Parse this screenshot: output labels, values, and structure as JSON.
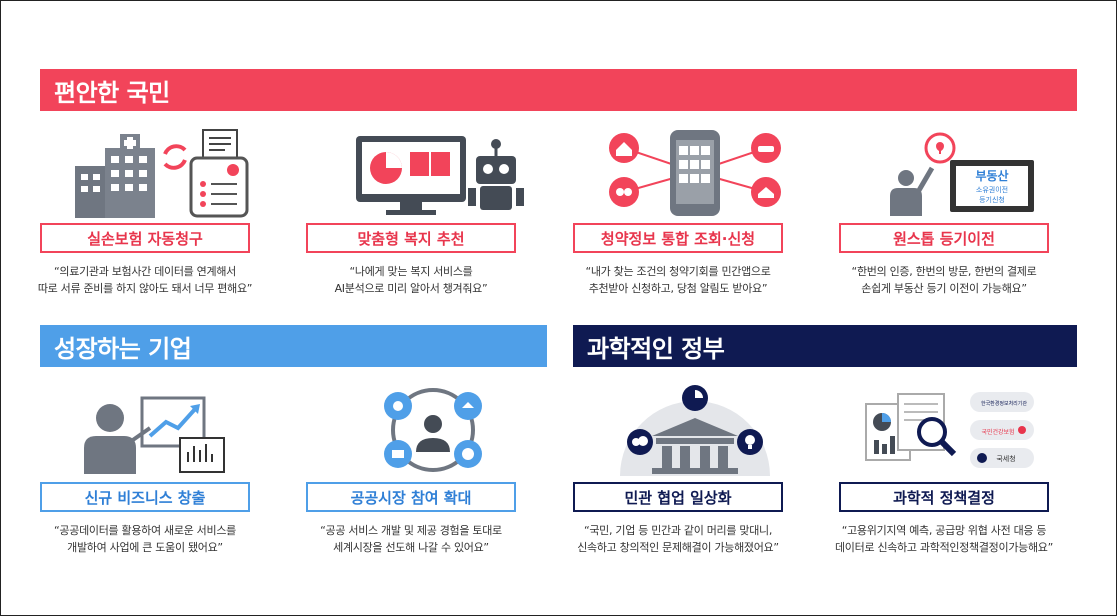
{
  "sections": {
    "comfortable_citizens": "편안한 국민",
    "growing_companies": "성장하는 기업",
    "scientific_government": "과학적인 정부"
  },
  "cards": [
    {
      "title": "실손보험 자동청구",
      "desc1": "“의료기관과 보험사간 데이터를 연계해서",
      "desc2": "따로 서류 준비를 하지 않아도 돼서 너무 편해요”",
      "icon": "hospital-insurance-icon"
    },
    {
      "title": "맞춤형 복지 추천",
      "desc1": "“나에게 맞는 복지 서비스를",
      "desc2": "AI분석으로 미리 알아서 챙겨줘요”",
      "icon": "monitor-robot-icon"
    },
    {
      "title": "청약정보 통합 조회·신청",
      "desc1": "“내가 찾는 조건의 청약기회를 민간앱으로",
      "desc2": "추천받아 신청하고, 당첨 알림도 받아요”",
      "icon": "smartphone-apps-icon"
    },
    {
      "title": "원스톱 등기이전",
      "desc1": "“한번의 인증, 한번의 방문, 한번의 결제로",
      "desc2": "손쉽게 부동산 등기 이전이 가능해요”",
      "icon": "presenter-screen-icon"
    },
    {
      "title": "신규 비즈니스 창출",
      "desc1": "“공공데이터를 활용하여 새로운 서비스를",
      "desc2": "개발하여 사업에 큰 도움이 됐어요”",
      "icon": "business-growth-icon"
    },
    {
      "title": "공공시장 참여 확대",
      "desc1": "“공공 서비스 개발 및 제공 경험을 토대로",
      "desc2": "세계시장을 선도해 나갈 수 있어요”",
      "icon": "network-user-icon"
    },
    {
      "title": "민관 협업 일상화",
      "desc1": "“국민, 기업 등 민간과 같이 머리를 맞대니,",
      "desc2": "신속하고 창의적인 문제해결이 가능해졌어요”",
      "icon": "government-building-icon"
    },
    {
      "title": "과학적 정책결정",
      "desc1": "“고용위기지역 예측, 공급망 위협 사전 대응 등",
      "desc2": "데이터로 신속하고 과학적인정책결정이가능해요”",
      "icon": "data-analysis-icon"
    }
  ],
  "icon_text": {
    "real_estate_1": "부동산",
    "real_estate_2": "소유권이전",
    "real_estate_3": "등기신청",
    "agency_1": "한국환경정보처리기관",
    "agency_2": "국민건강보험",
    "agency_3": "국세청"
  },
  "colors": {
    "red": "#f2445a",
    "blue": "#4f9fe8",
    "navy": "#0f1a52",
    "gray": "#6f7681"
  }
}
